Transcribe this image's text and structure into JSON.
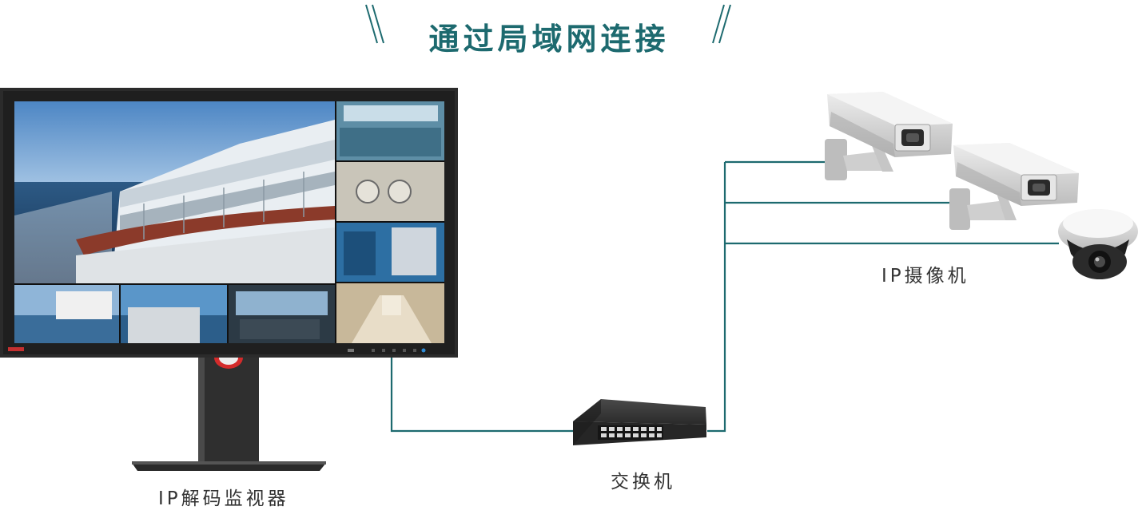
{
  "title": "通过局域网连接",
  "labels": {
    "monitor": "IP解码监视器",
    "switch": "交换机",
    "cameras": "IP摄像机"
  },
  "icons": {
    "monitor": "monitor-icon",
    "switch": "network-switch-icon",
    "bullet_camera": "bullet-camera-icon",
    "dome_camera": "dome-camera-icon",
    "title_decoration": "slash-decoration-icon"
  },
  "colors": {
    "accent": "#1d6a6f",
    "cable": "#1d6a6f",
    "text": "#333333",
    "monitor_bezel": "#2b2b2b",
    "switch_body": "#2e2e2e",
    "camera_body": "#d9d9d9"
  }
}
